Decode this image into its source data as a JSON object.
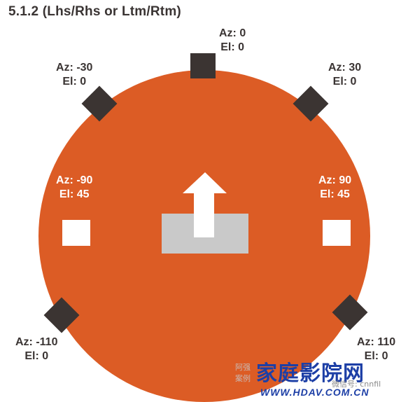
{
  "title": "5.1.2 (Lhs/Rhs or Ltm/Rtm)",
  "colors": {
    "circle": "#dc5c25",
    "speaker": "#3b3432",
    "listener": "#c9c9c9",
    "arrow": "#ffffff",
    "text": "#3a3433"
  },
  "speakers": {
    "center": {
      "az": "Az: 0",
      "el": "El: 0"
    },
    "left": {
      "az": "Az: -30",
      "el": "El: 0"
    },
    "right": {
      "az": "Az: 30",
      "el": "El: 0"
    },
    "top_left": {
      "az": "Az: -90",
      "el": "El: 45"
    },
    "top_right": {
      "az": "Az: 90",
      "el": "El: 45"
    },
    "surround_left": {
      "az": "Az: -110",
      "el": "El: 0"
    },
    "surround_right": {
      "az": "Az: 110",
      "el": "El: 0"
    }
  },
  "watermark": {
    "site_cn": "家庭影院网",
    "small_line_1": "阿强",
    "small_line_2": "案例",
    "wechat": "微信号: cnnfil",
    "url": "WWW.HDAV.COM.CN"
  }
}
